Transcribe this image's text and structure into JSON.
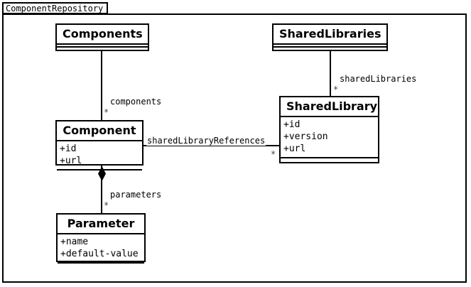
{
  "diagram": {
    "type": "uml-class-diagram",
    "package": {
      "name": "ComponentRepository"
    },
    "classes": [
      {
        "id": "components",
        "name": "Components",
        "attributes": [],
        "operations": []
      },
      {
        "id": "shared-libraries",
        "name": "SharedLibraries",
        "attributes": [],
        "operations": []
      },
      {
        "id": "component",
        "name": "Component",
        "attributes": [
          "+id",
          "+url"
        ],
        "operations": []
      },
      {
        "id": "shared-library",
        "name": "SharedLibrary",
        "attributes": [
          "+id",
          "+version",
          "+url"
        ],
        "operations": []
      },
      {
        "id": "parameter",
        "name": "Parameter",
        "attributes": [
          "+name",
          "+default-value"
        ],
        "operations": []
      }
    ],
    "associations": [
      {
        "id": "components-component",
        "from": "Components",
        "to": "Component",
        "label": "components",
        "multiplicity": "*",
        "kind": "association"
      },
      {
        "id": "sharedlibraries-sharedlibrary",
        "from": "SharedLibraries",
        "to": "SharedLibrary",
        "label": "sharedLibraries",
        "multiplicity": "*",
        "kind": "association"
      },
      {
        "id": "component-sharedlibrary",
        "from": "Component",
        "to": "SharedLibrary",
        "label": "sharedLibraryReferences",
        "multiplicity": "*",
        "kind": "association"
      },
      {
        "id": "component-parameter",
        "from": "Component",
        "to": "Parameter",
        "label": "parameters",
        "multiplicity": "*",
        "kind": "composition"
      }
    ],
    "colors": {
      "stroke": "#000000",
      "background": "#ffffff",
      "multiplicity_text": "#444444"
    }
  }
}
